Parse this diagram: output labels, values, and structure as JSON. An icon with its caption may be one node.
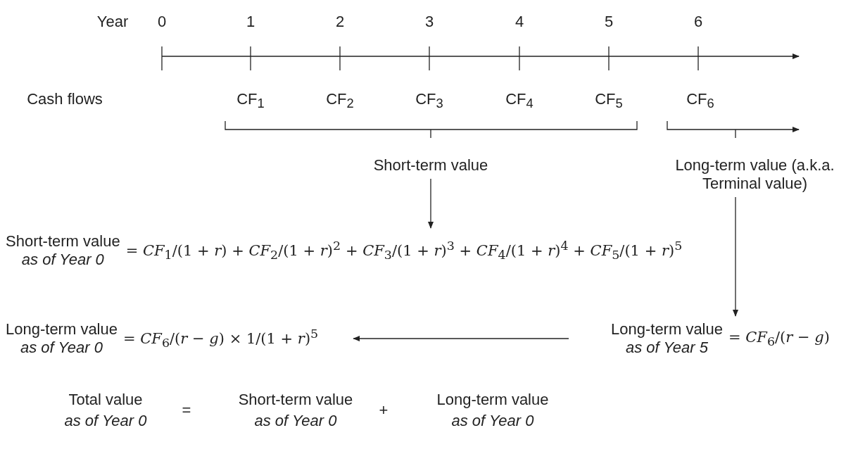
{
  "diagram": {
    "nodes": [
      {
        "text": [
          "Short-term value"
        ]
      },
      {
        "text": [
          "Long-term value (a.k.a. Terminal value)"
        ]
      },
      {
        "text": [
          "Short-term value",
          "as of Year 0",
          "= *CF*$_{1}$/(1 + *r*) + *CF*$_{2}$/(1 + *r*)$^{2}$ + *CF*$_{3}$/(1 + *r*)$^{3}$ + *CF*$_{4}$/(1 + *r*)$^{4}$ + *CF*$_{5}$/(1 + *r*)$^{5}$"
        ]
      },
      {
        "text": [
          "Long-term value",
          "as of Year 5",
          "= *CF*$_{6}$/(*r* − *g*)"
        ]
      },
      {
        "text": [
          "Long-term value",
          "as of Year 0",
          "= *CF*$_{6}$/(*r* − *g*) × 1/(1 + *r*)$^{5}$"
        ]
      }
    ],
    "edges": [
      {
        "from": 0,
        "to": 2,
        "arrow": "to"
      },
      {
        "from": 1,
        "to": 3,
        "arrow": "to"
      },
      {
        "from": 3,
        "to": 4,
        "arrow": "to"
      }
    ],
    "labels": [
      "Year",
      "0",
      "1",
      "2",
      "3",
      "4",
      "5",
      "6",
      "Cash flows",
      "CF$_{1}$",
      "CF$_{2}$",
      "CF$_{3}$",
      "CF$_{4}$",
      "CF$_{5}$",
      "CF$_{6}$",
      "Total value",
      "as of Year 0",
      "=",
      "Short-term value",
      "as of Year 0",
      "+",
      "Long-term value",
      "as of Year 0"
    ]
  }
}
